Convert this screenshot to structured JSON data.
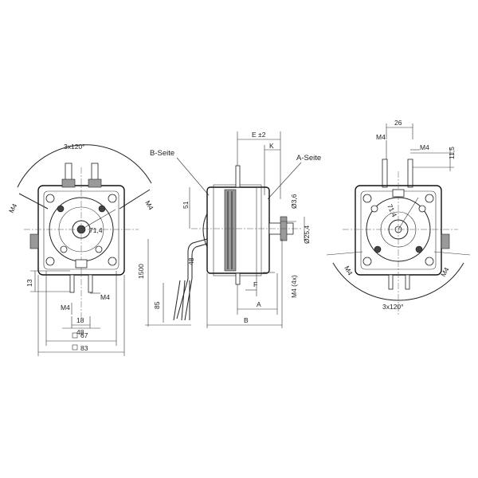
{
  "labels": {
    "front": {
      "angle": "3x120°",
      "m4_left": "M4",
      "m4_right": "M4",
      "radius": "71,4",
      "dim_13": "13",
      "m4_bottom_left": "M4",
      "m4_bottom_right": "M4",
      "dim_18": "18",
      "dim_48": "48",
      "dim_67": "67",
      "dim_83": "83"
    },
    "side": {
      "b_seite": "B-Seite",
      "a_seite": "A-Seite",
      "e_tol": "E ±2",
      "k": "K",
      "dim_51": "51",
      "dim_1500": "1500",
      "dim_48": "48",
      "dim_85": "85",
      "dia_3_6": "Ø3,6",
      "dia_25_4": "Ø25,4",
      "m4_4x": "M4 (4x)",
      "f": "F",
      "a": "A",
      "b": "B"
    },
    "rear": {
      "dim_26": "26",
      "m4_left": "M4",
      "m4_right": "M4",
      "dim_11_5": "11,5",
      "radius": "71,4",
      "m4_bl": "M4",
      "m4_br": "M4",
      "angle": "3x120°"
    }
  }
}
